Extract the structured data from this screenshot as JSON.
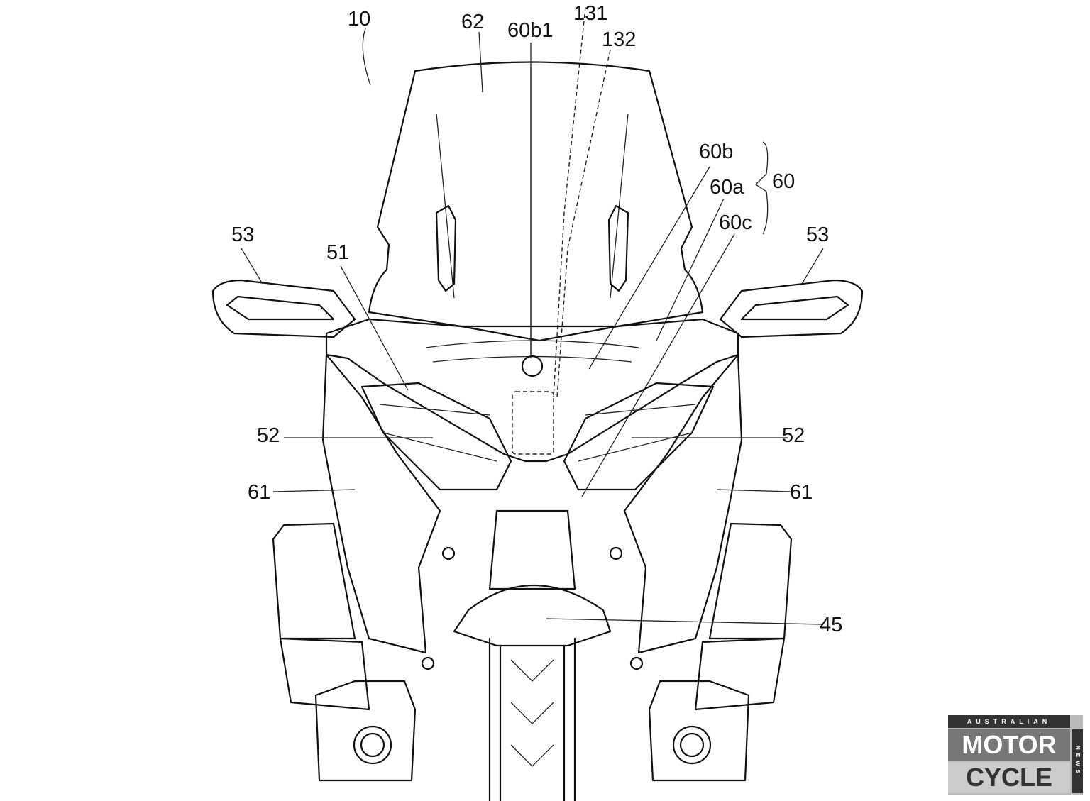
{
  "figure": {
    "labels": {
      "l10": "10",
      "l62": "62",
      "l60b1": "60b1",
      "l131": "131",
      "l132": "132",
      "l60b": "60b",
      "l60": "60",
      "l60a": "60a",
      "l60c": "60c",
      "l53_left": "53",
      "l53_right": "53",
      "l51": "51",
      "l52_left": "52",
      "l52_right": "52",
      "l61_left": "61",
      "l61_right": "61",
      "l45": "45"
    }
  },
  "watermark": {
    "top": "AUSTRALIAN",
    "line1": "MOTOR",
    "line2": "CYCLE",
    "side": "NEWS"
  }
}
